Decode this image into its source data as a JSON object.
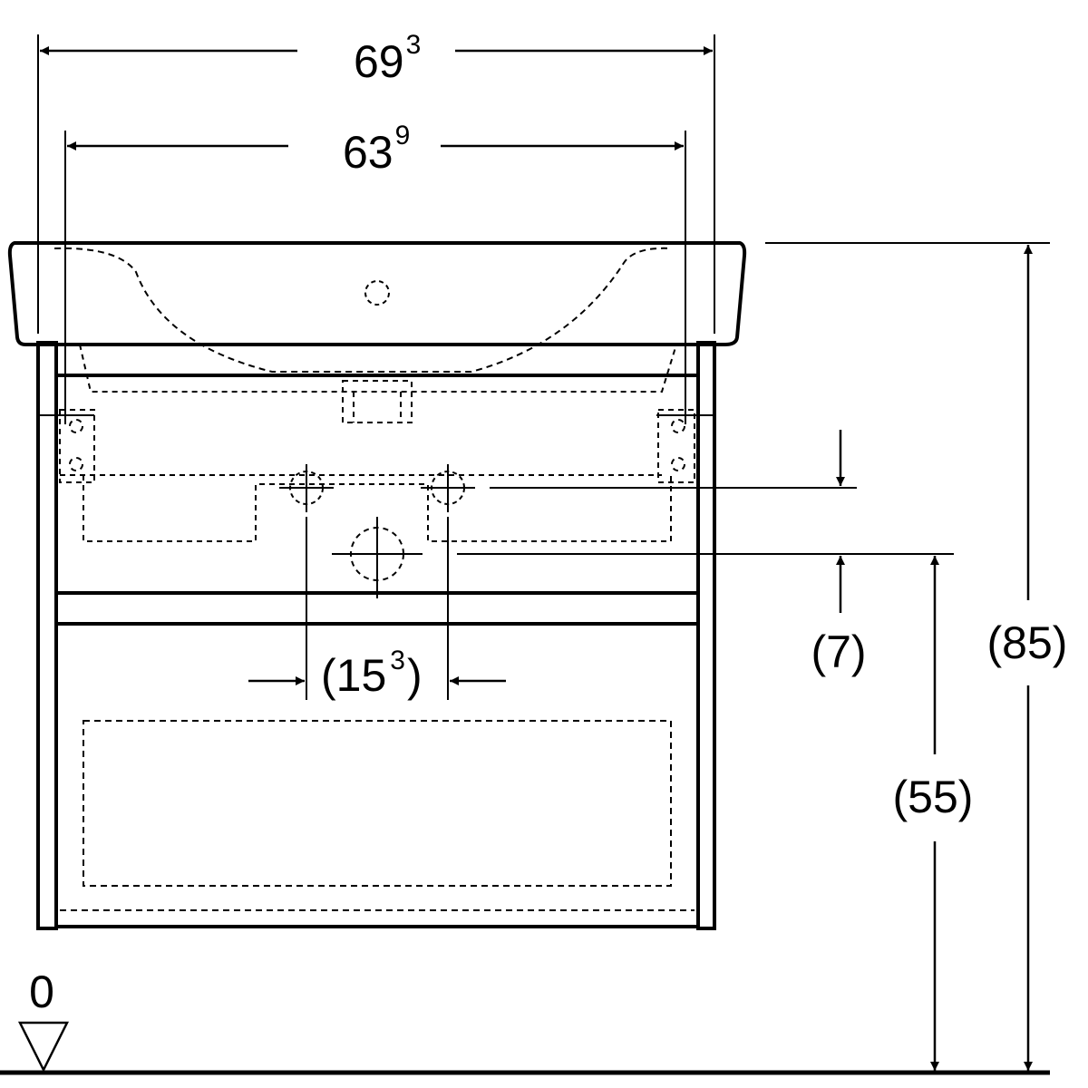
{
  "dimensions": {
    "overall_width": {
      "value": "69",
      "superscript": "3"
    },
    "cabinet_width": {
      "value": "63",
      "superscript": "9"
    },
    "tap_spacing": {
      "open": "(",
      "value": "15",
      "superscript": "3",
      "close": ")"
    },
    "drain_offset": "(7)",
    "drain_height": "(55)",
    "total_height": "(85)",
    "floor_level": "0"
  },
  "colors": {
    "line": "#000000",
    "background": "#ffffff"
  }
}
